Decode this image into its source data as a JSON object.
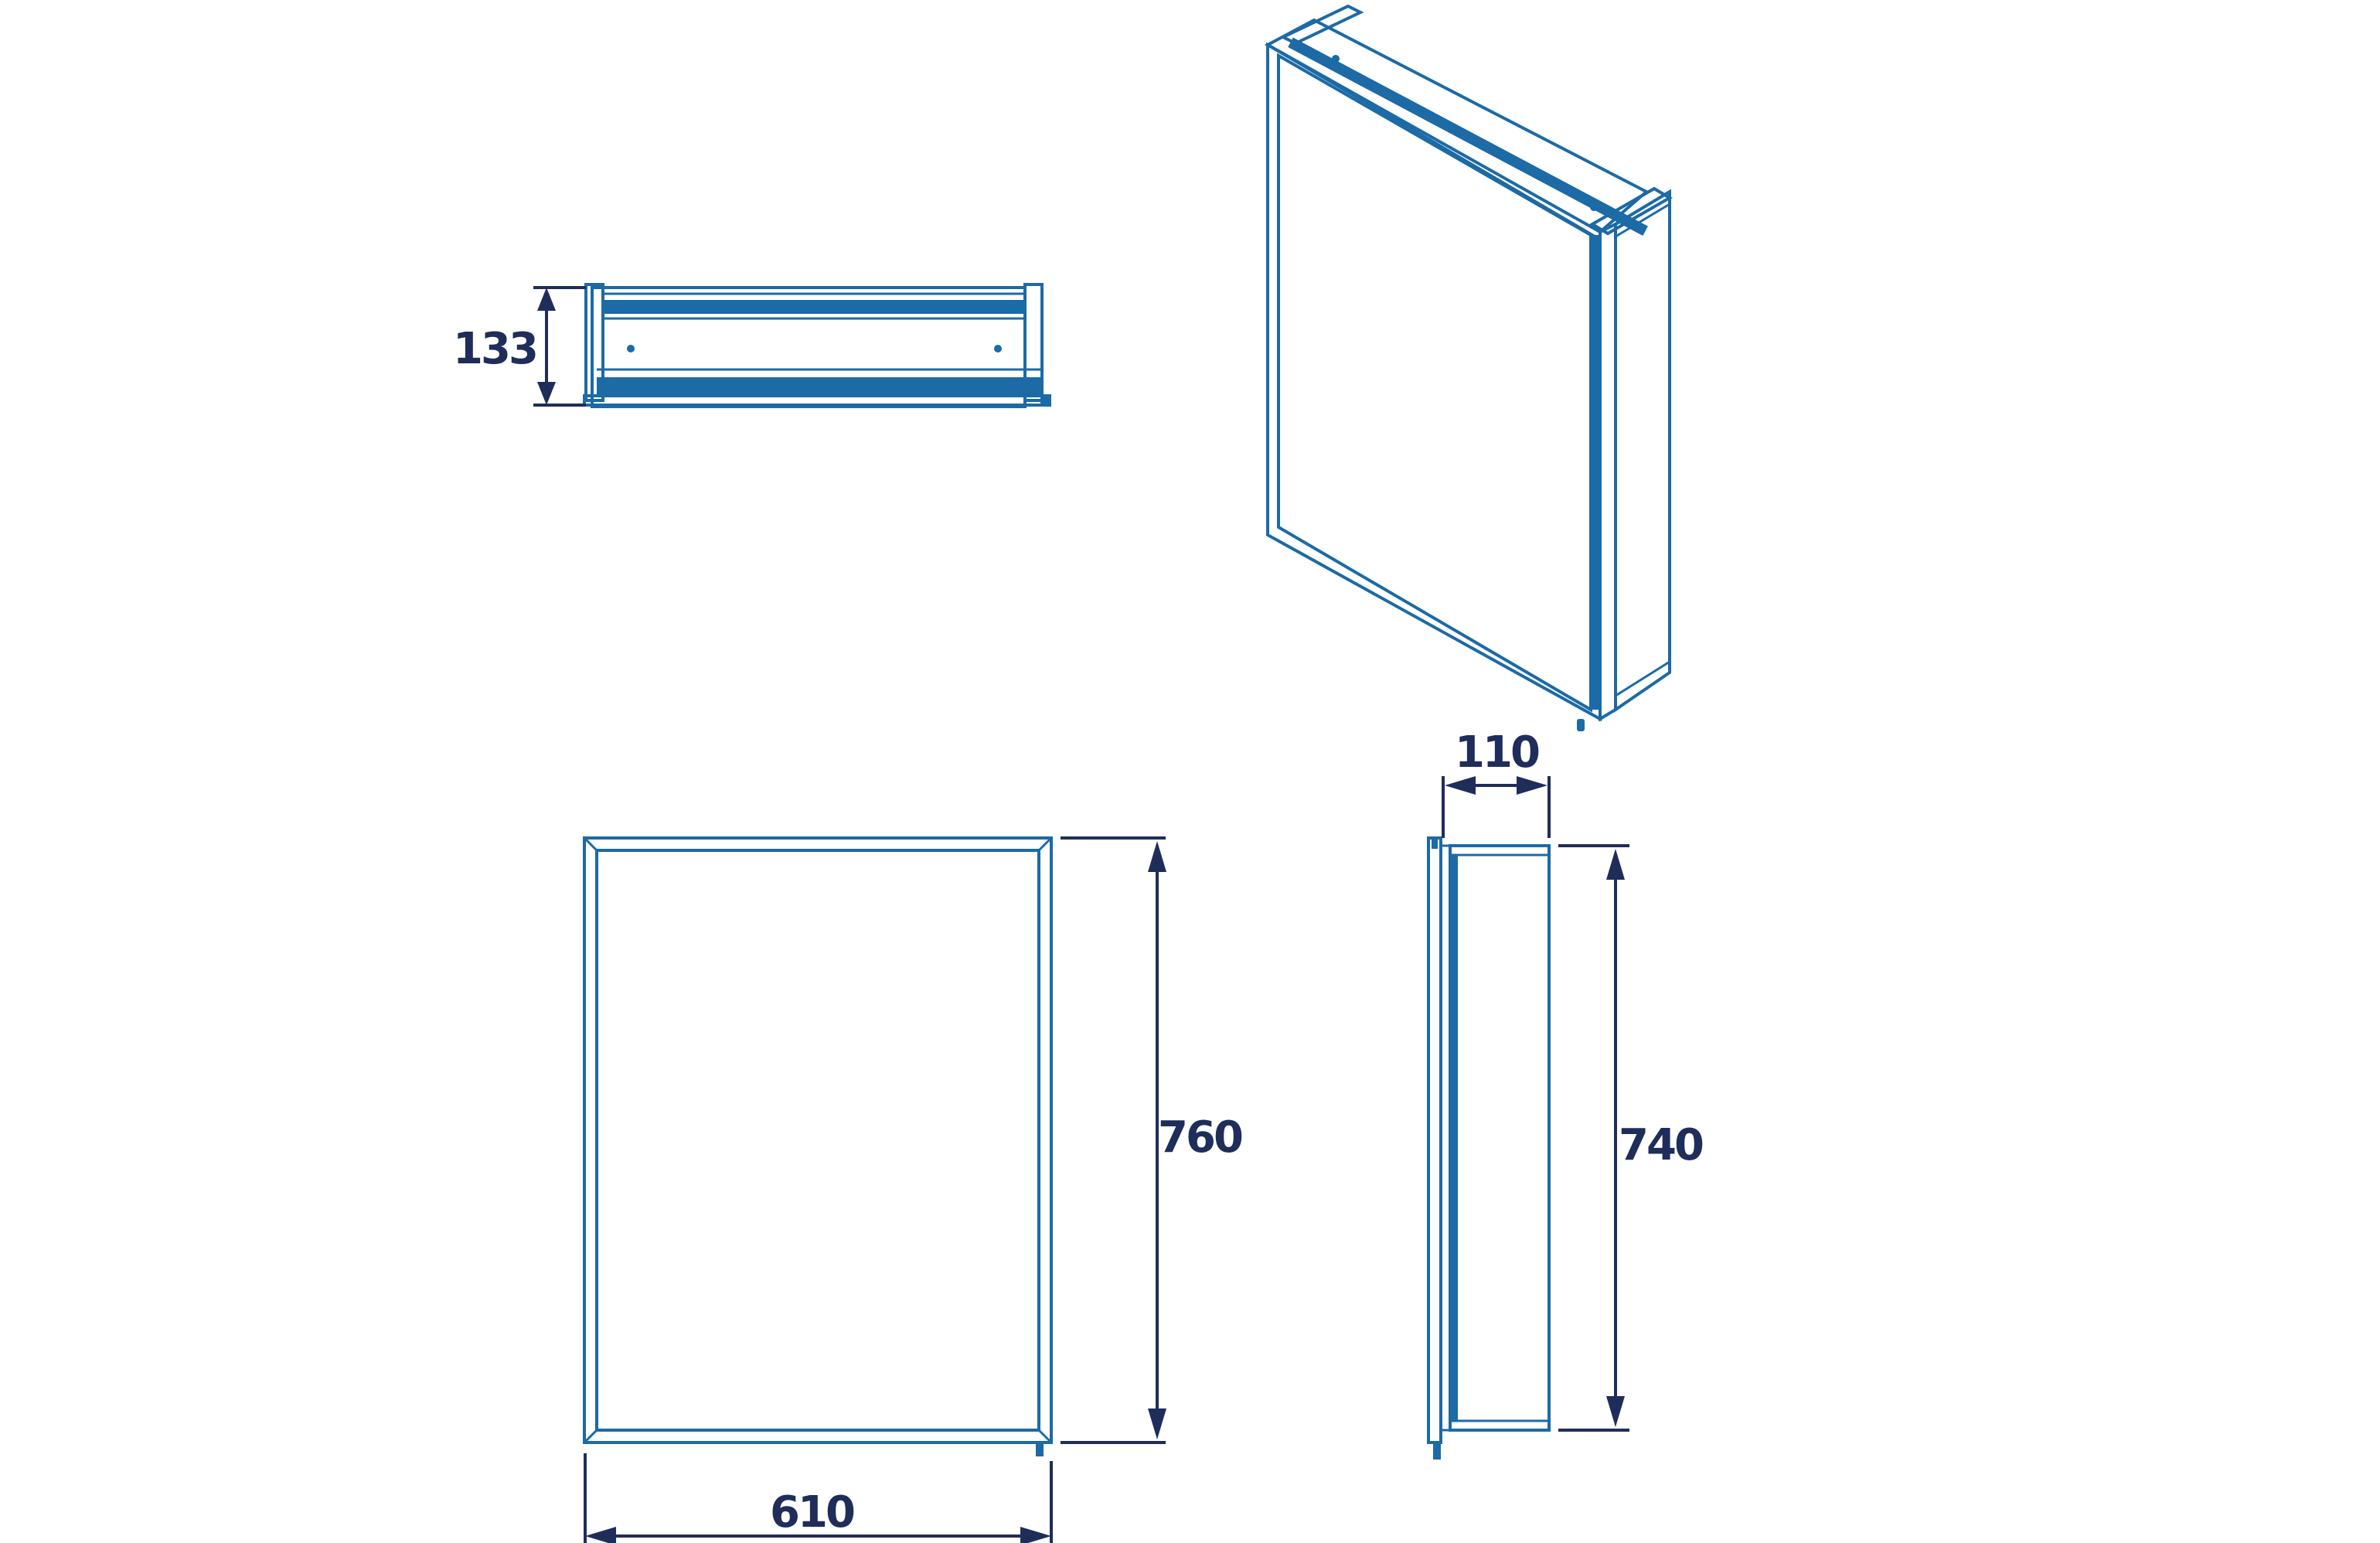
{
  "dimensions": {
    "top_view_depth": "133",
    "front_height": "760",
    "front_width": "610",
    "side_depth": "110",
    "side_height": "740"
  },
  "colors": {
    "line": "#1c6aa6",
    "dimension": "#1f2d5a",
    "background": "#ffffff"
  }
}
